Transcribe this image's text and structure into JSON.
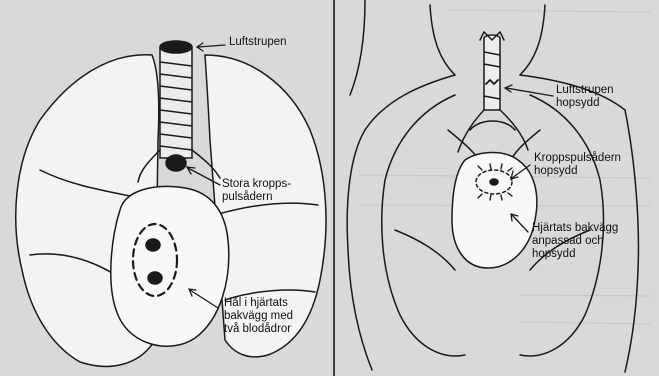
{
  "colors": {
    "paper": "#d9d9d9",
    "ink": "#1a1a1a",
    "fill_light": "#f3f3f3"
  },
  "left_panel": {
    "label_trachea": "Luftstrupen",
    "label_aorta_line1": "Stora kropps-",
    "label_aorta_line2": "pulsådern",
    "label_hole_line1": "Hål i hjärtats",
    "label_hole_line2": "bakvägg med",
    "label_hole_line3": "två blodådror"
  },
  "right_panel": {
    "label_trachea_line1": "Luftstrupen",
    "label_trachea_line2": "hopsydd",
    "label_aorta_line1": "Kroppspulsådern",
    "label_aorta_line2": "hopsydd",
    "label_wall_line1": "Hjärtats bakvägg",
    "label_wall_line2": "anpassad och",
    "label_wall_line3": "hopsydd"
  }
}
